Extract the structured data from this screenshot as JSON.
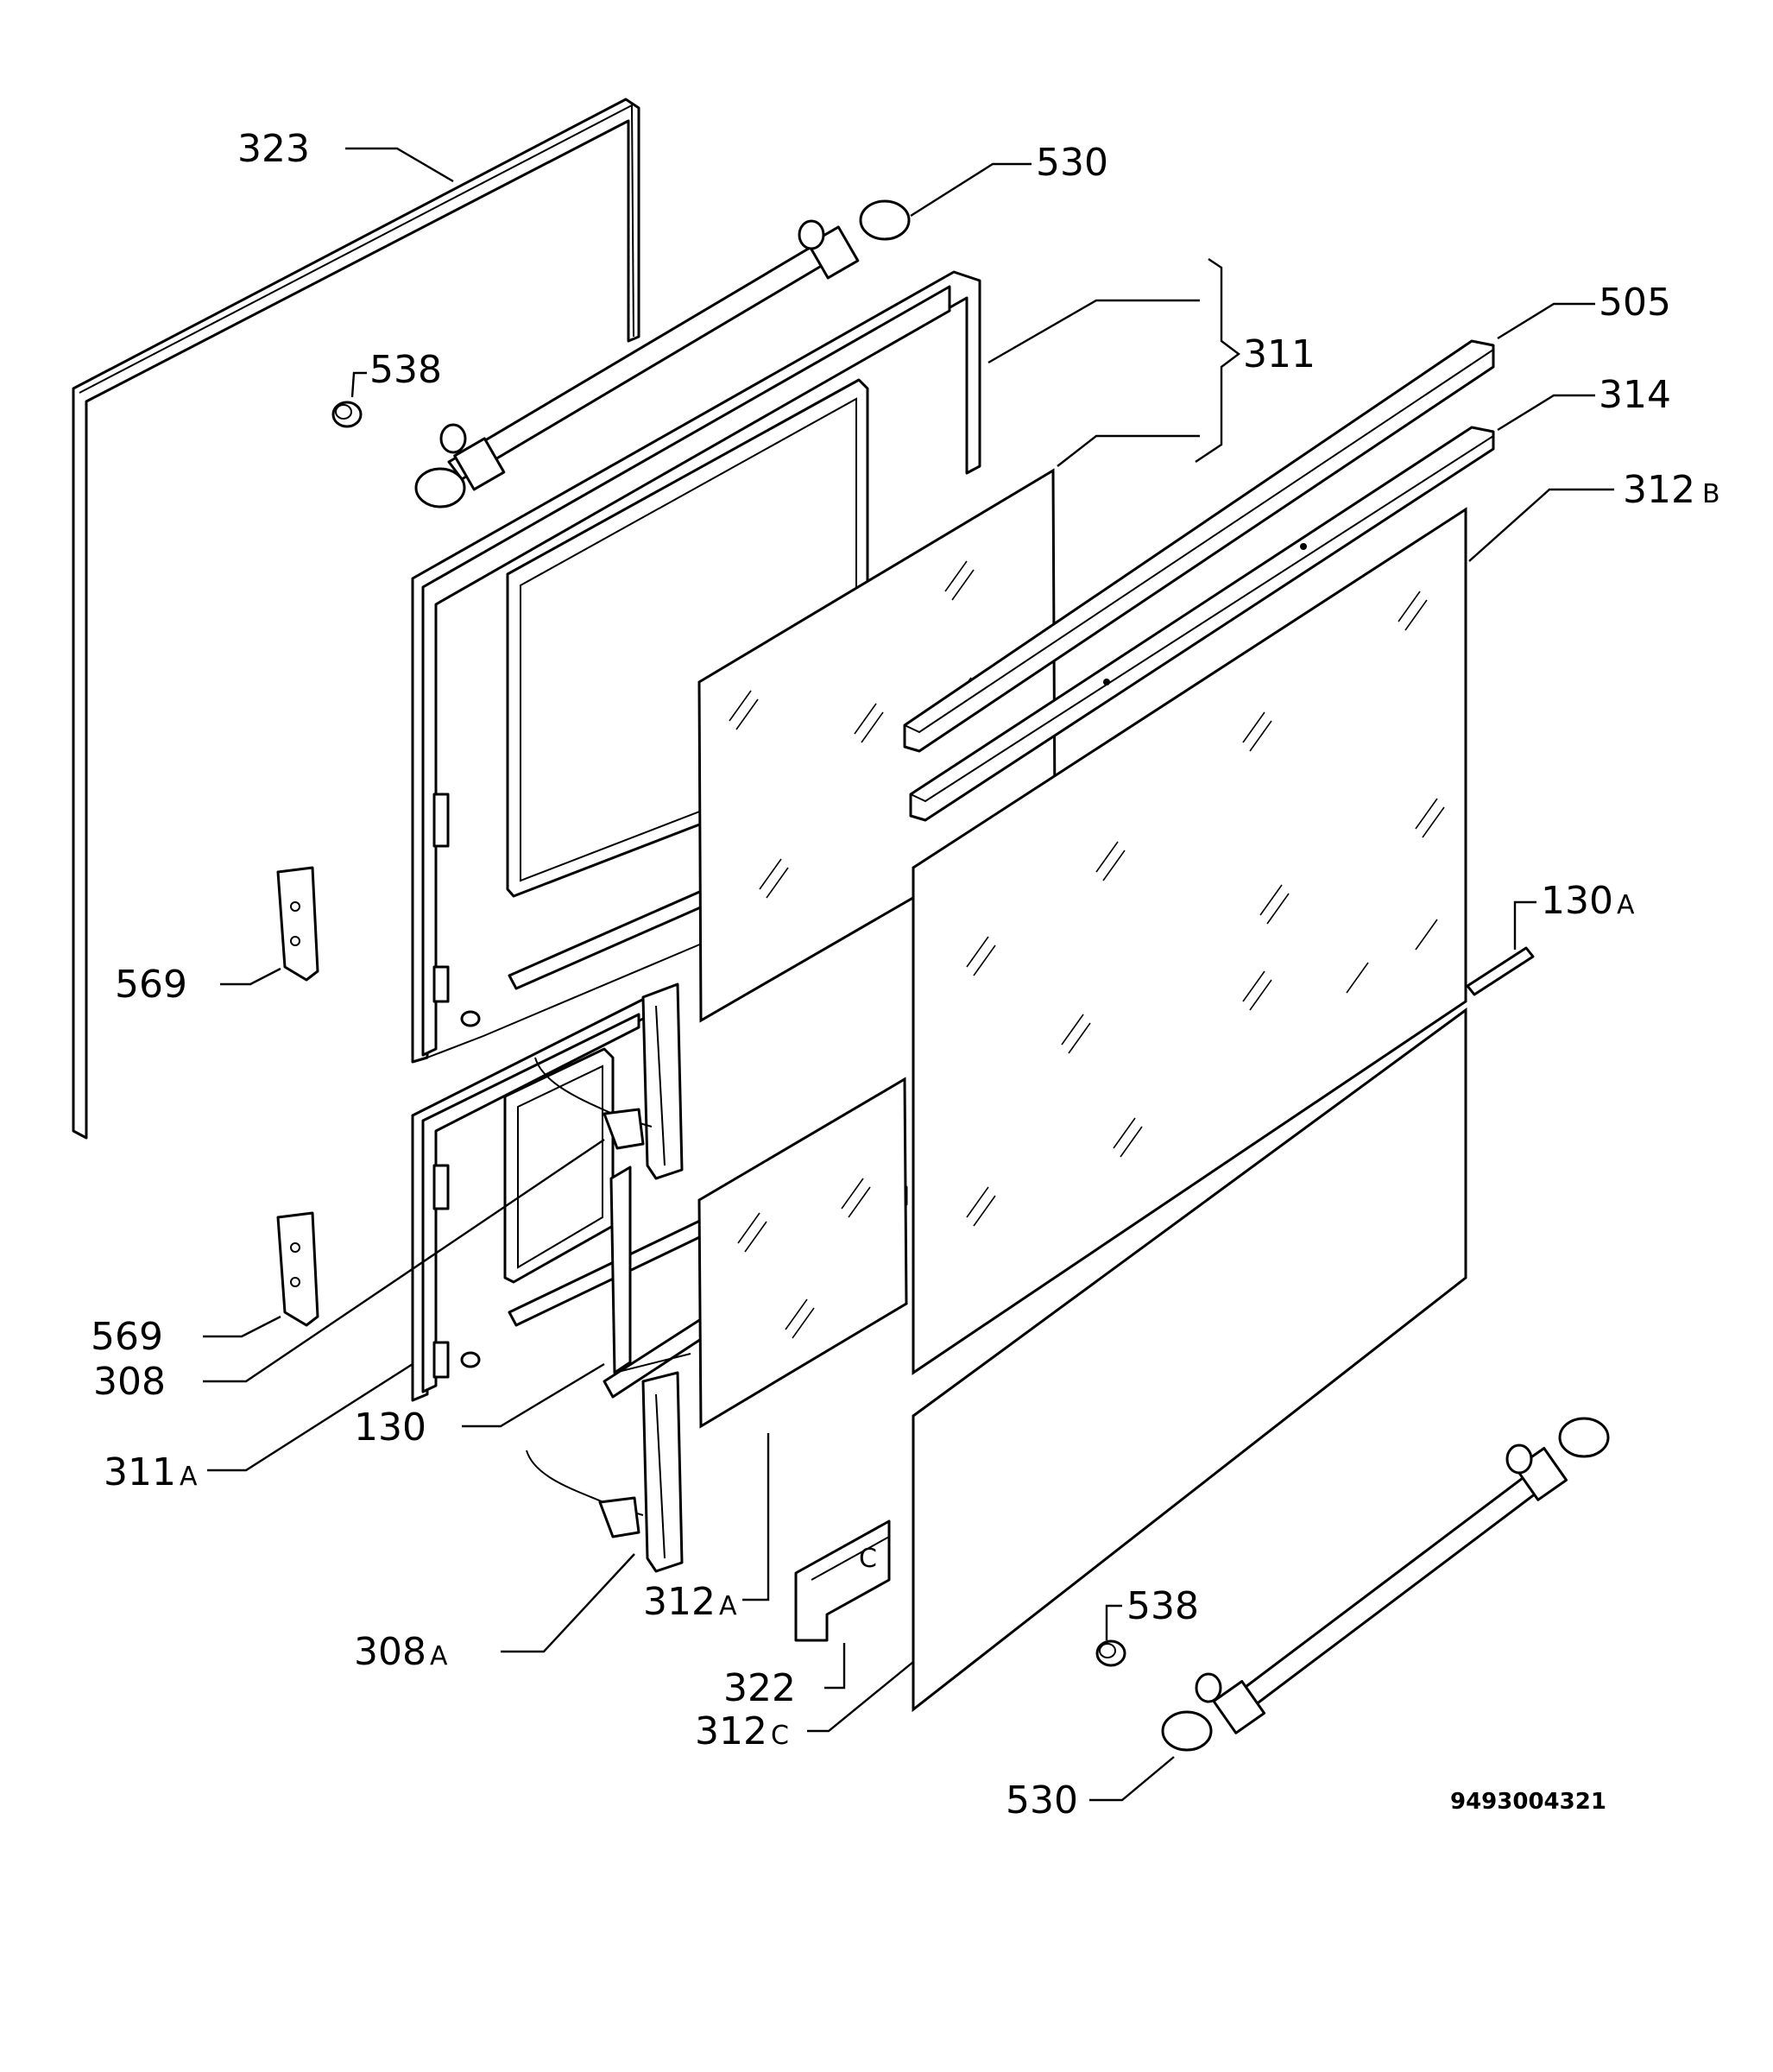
{
  "labels": {
    "l323": "323",
    "l530_top": "530",
    "l538_top": "538",
    "l311": "311",
    "l505": "505",
    "l314": "314",
    "l312b_num": "312",
    "l312b_suf": "B",
    "l130a_num": "130",
    "l130a_suf": "A",
    "l569_top": "569",
    "l569_bot": "569",
    "l308": "308",
    "l311a_num": "311",
    "l311a_suf": "A",
    "l130": "130",
    "l312a_num": "312",
    "l312a_suf": "A",
    "l308a_num": "308",
    "l308a_suf": "A",
    "l538_bot": "538",
    "l322": "322",
    "l312c_num": "312",
    "l312c_suf": "C",
    "l530_bot": "530",
    "channel_mark": "C"
  },
  "document_number": "9493004321"
}
